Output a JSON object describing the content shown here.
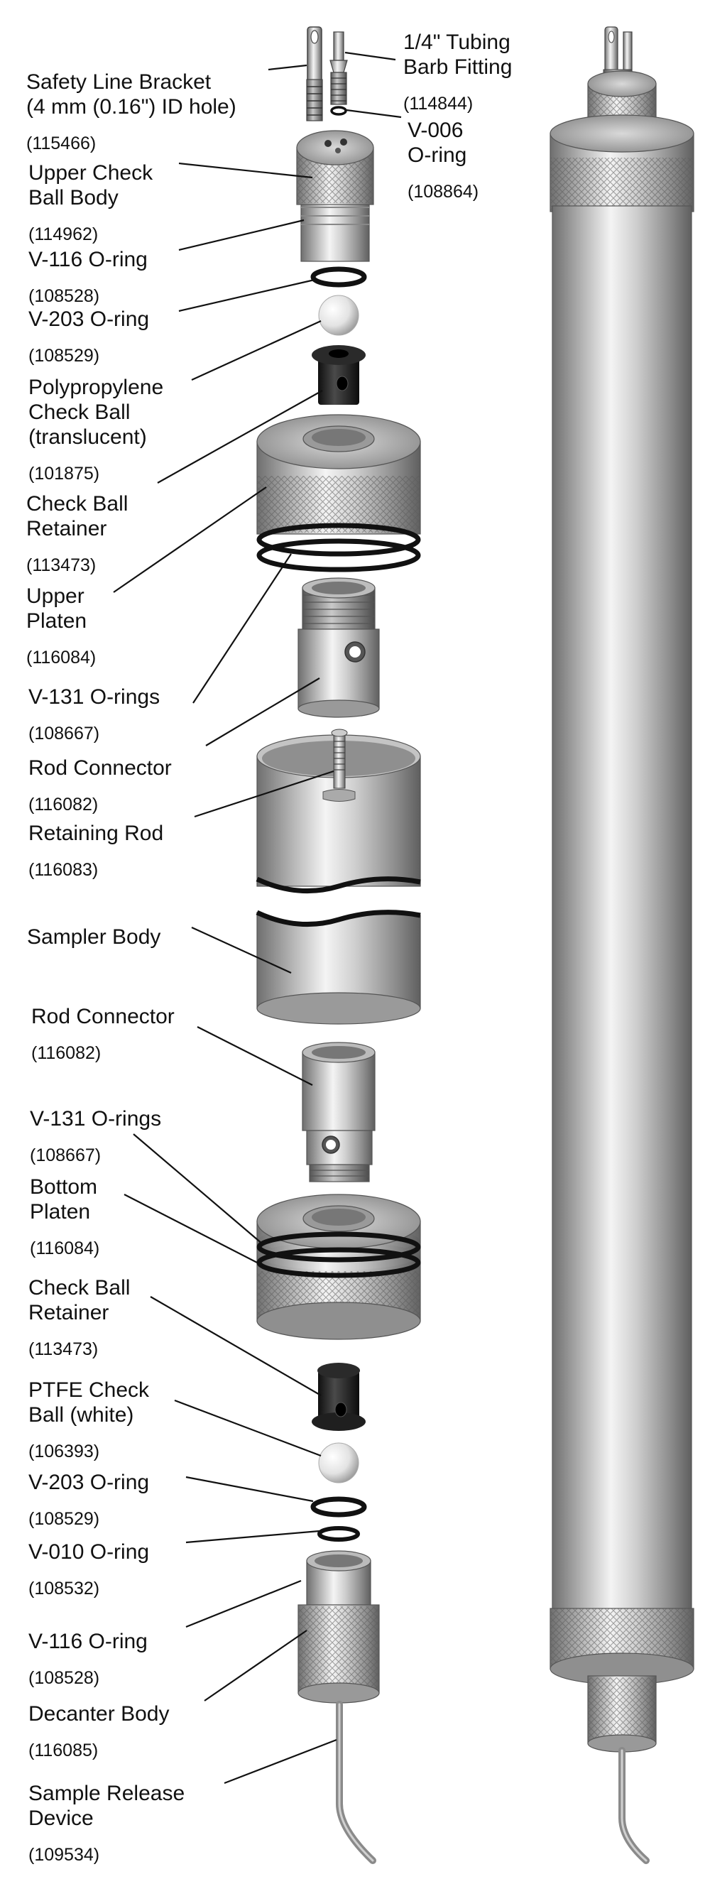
{
  "labels": [
    {
      "id": "safety-line-bracket",
      "name": "Safety Line Bracket\n(4 mm (0.16\") ID hole)",
      "part": "(115466)"
    },
    {
      "id": "tubing-barb-fitting",
      "name": "1/4\" Tubing\nBarb Fitting",
      "part": "(114844)"
    },
    {
      "id": "v006-oring",
      "name": "V-006\nO-ring",
      "part": "(108864)"
    },
    {
      "id": "upper-check-ball-body",
      "name": "Upper Check\nBall Body",
      "part": "(114962)"
    },
    {
      "id": "v116-oring-top",
      "name": "V-116 O-ring",
      "part": "(108528)"
    },
    {
      "id": "v203-oring-top",
      "name": "V-203 O-ring",
      "part": "(108529)"
    },
    {
      "id": "polypropylene-check-ball",
      "name": "Polypropylene\nCheck Ball\n(translucent)",
      "part": "(101875)"
    },
    {
      "id": "check-ball-retainer-top",
      "name": "Check Ball\nRetainer",
      "part": "(113473)"
    },
    {
      "id": "upper-platen",
      "name": "Upper\nPlaten",
      "part": "(116084)"
    },
    {
      "id": "v131-orings-top",
      "name": "V-131 O-rings",
      "part": "(108667)"
    },
    {
      "id": "rod-connector-top",
      "name": "Rod Connector",
      "part": "(116082)"
    },
    {
      "id": "retaining-rod",
      "name": "Retaining Rod",
      "part": "(116083)"
    },
    {
      "id": "sampler-body",
      "name": "Sampler Body",
      "part": ""
    },
    {
      "id": "rod-connector-bottom",
      "name": "Rod Connector",
      "part": "(116082)"
    },
    {
      "id": "v131-orings-bottom",
      "name": "V-131 O-rings",
      "part": "(108667)"
    },
    {
      "id": "bottom-platen",
      "name": "Bottom\nPlaten",
      "part": "(116084)"
    },
    {
      "id": "check-ball-retainer-bottom",
      "name": "Check Ball\nRetainer",
      "part": "(113473)"
    },
    {
      "id": "ptfe-check-ball",
      "name": "PTFE Check\nBall (white)",
      "part": "(106393)"
    },
    {
      "id": "v203-oring-bottom",
      "name": "V-203 O-ring",
      "part": "(108529)"
    },
    {
      "id": "v010-oring",
      "name": "V-010 O-ring",
      "part": "(108532)"
    },
    {
      "id": "v116-oring-bottom",
      "name": "V-116 O-ring",
      "part": "(108528)"
    },
    {
      "id": "decanter-body",
      "name": "Decanter Body",
      "part": "(116085)"
    },
    {
      "id": "sample-release-device",
      "name": "Sample Release\nDevice",
      "part": "(109534)"
    }
  ]
}
